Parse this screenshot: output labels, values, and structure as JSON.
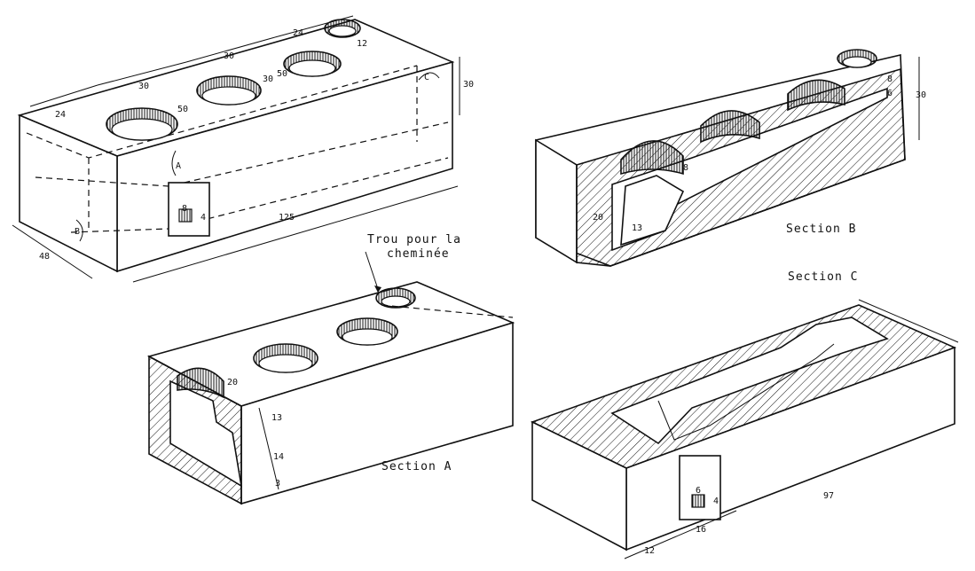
{
  "figures": {
    "top_left": {
      "dims": [
        "24",
        "30",
        "30",
        "24",
        "12",
        "50",
        "30",
        "30",
        "50",
        "125",
        "48",
        "8",
        "4"
      ],
      "markers": [
        "A",
        "B",
        "C"
      ]
    },
    "section_b": {
      "caption": "Section B",
      "dims": [
        "30",
        "8",
        "20",
        "13",
        "8",
        "6"
      ]
    },
    "section_a": {
      "caption": "Section A",
      "annotation_line1": "Trou pour la",
      "annotation_line2": "cheminée",
      "dims": [
        "20",
        "13",
        "14",
        "3"
      ]
    },
    "section_c": {
      "caption": "Section C",
      "dims": [
        "97",
        "12",
        "16",
        "6",
        "4"
      ]
    }
  }
}
